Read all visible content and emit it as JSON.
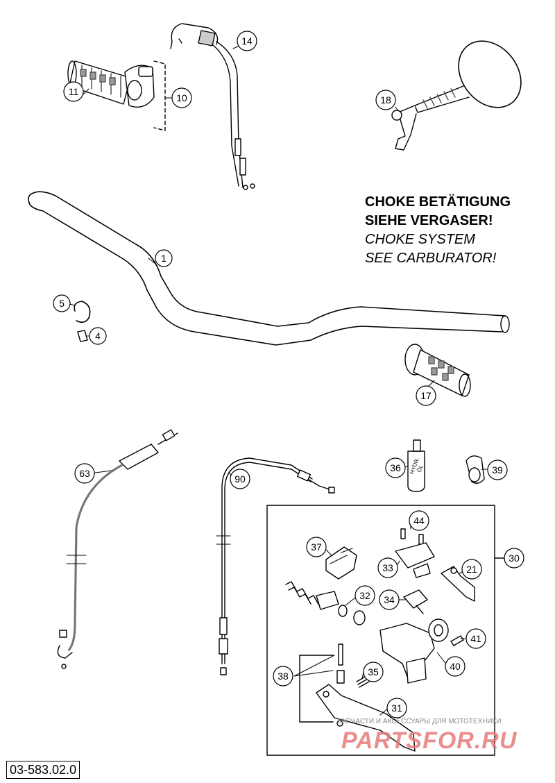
{
  "note": {
    "line1": "CHOKE BETÄTIGUNG",
    "line2": "SIEHE VERGASER!",
    "line3": "CHOKE SYSTEM",
    "line4": "SEE CARBURATOR!"
  },
  "part_number": "03-583.02.0",
  "watermark": {
    "text": "ЗАПЧАСТИ И АКСЕССУАРЫ ДЛЯ МОТОТЕХНИКИ",
    "logo": "PARTSFOR.RU"
  },
  "callouts": {
    "c1": "1",
    "c4": "4",
    "c5": "5",
    "c10": "10",
    "c11": "11",
    "c14": "14",
    "c17": "17",
    "c18": "18",
    "c21": "21",
    "c30": "30",
    "c31": "31",
    "c32": "32",
    "c33": "33",
    "c34": "34",
    "c35": "35",
    "c36": "36",
    "c37": "37",
    "c38": "38",
    "c39": "39",
    "c40": "40",
    "c41": "41",
    "c44": "44",
    "c63": "63",
    "c90": "90"
  },
  "bottle_label": [
    "HYDR.",
    "ÖL"
  ]
}
